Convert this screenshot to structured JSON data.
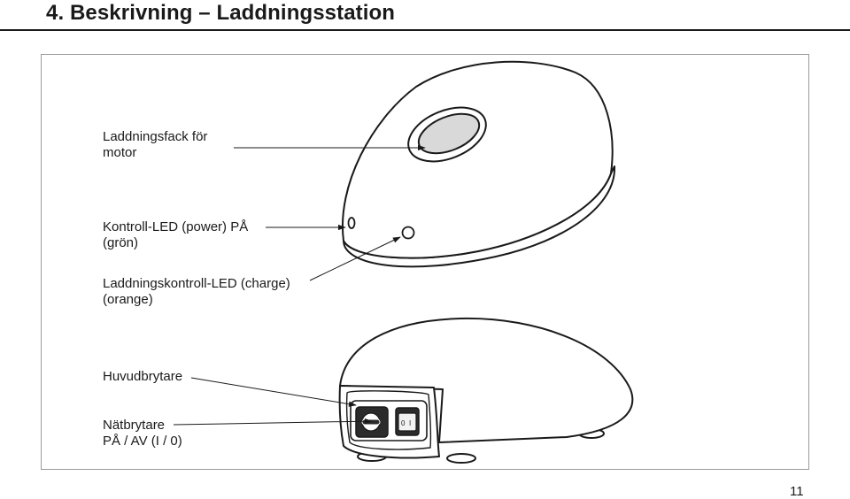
{
  "header": {
    "title": "4. Beskrivning – Laddningsstation"
  },
  "callouts": {
    "motor_compartment": {
      "line1": "Laddningsfack för",
      "line2": "motor"
    },
    "power_led": {
      "line1": "Kontroll-LED (power) PÅ",
      "line2": "(grön)"
    },
    "charge_led": {
      "line1": "Laddningskontroll-LED (charge)",
      "line2": "(orange)"
    },
    "main_switch": {
      "line1": "Huvudbrytare"
    },
    "power_switch": {
      "line1": "Nätbrytare",
      "line2": "PÅ / AV (I / 0)"
    }
  },
  "switch_marks": {
    "on": "I",
    "off": "0"
  },
  "colors": {
    "stroke": "#1a1a1a",
    "compartment_fill": "#d9d9d9",
    "callout_line": "#555555",
    "frame": "#9a9a9a"
  },
  "page": {
    "number": "11"
  }
}
